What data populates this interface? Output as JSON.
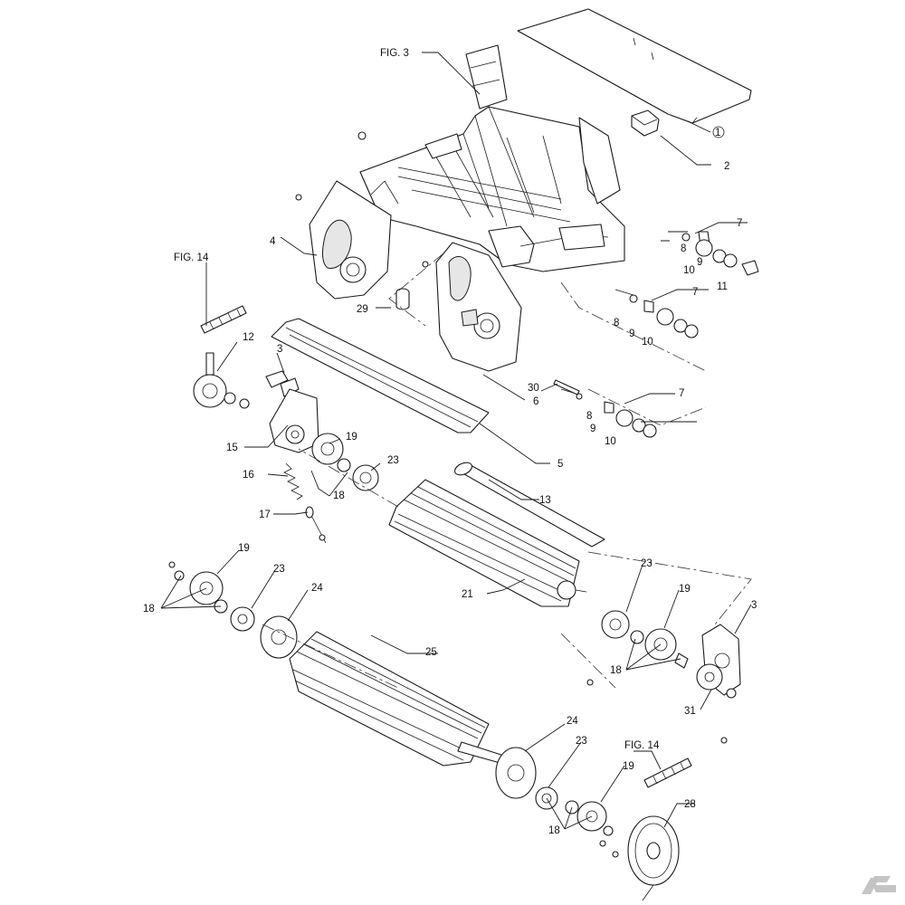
{
  "callouts": [
    {
      "id": "c-fig3",
      "text": "FIG. 3"
    },
    {
      "id": "c-1",
      "text": "1"
    },
    {
      "id": "c-2",
      "text": "2"
    },
    {
      "id": "c-4",
      "text": "4"
    },
    {
      "id": "c-7a",
      "text": "7"
    },
    {
      "id": "c-8a",
      "text": "8"
    },
    {
      "id": "c-9a",
      "text": "9"
    },
    {
      "id": "c-10a",
      "text": "10"
    },
    {
      "id": "c-11",
      "text": "11"
    },
    {
      "id": "c-7b",
      "text": "7"
    },
    {
      "id": "c-8b",
      "text": "8"
    },
    {
      "id": "c-9b",
      "text": "9"
    },
    {
      "id": "c-10b",
      "text": "10"
    },
    {
      "id": "c-fig14a",
      "text": "FIG. 14"
    },
    {
      "id": "c-29",
      "text": "29"
    },
    {
      "id": "c-12",
      "text": "12"
    },
    {
      "id": "c-3a",
      "text": "3"
    },
    {
      "id": "c-30",
      "text": "30"
    },
    {
      "id": "c-6",
      "text": "6"
    },
    {
      "id": "c-7c",
      "text": "7"
    },
    {
      "id": "c-8c",
      "text": "8"
    },
    {
      "id": "c-9c",
      "text": "9"
    },
    {
      "id": "c-10c",
      "text": "10"
    },
    {
      "id": "c-15",
      "text": "15"
    },
    {
      "id": "c-19a",
      "text": "19"
    },
    {
      "id": "c-23a",
      "text": "23"
    },
    {
      "id": "c-5",
      "text": "5"
    },
    {
      "id": "c-16",
      "text": "16"
    },
    {
      "id": "c-18a",
      "text": "18"
    },
    {
      "id": "c-13",
      "text": "13"
    },
    {
      "id": "c-17",
      "text": "17"
    },
    {
      "id": "c-19b",
      "text": "19"
    },
    {
      "id": "c-23b",
      "text": "23"
    },
    {
      "id": "c-24a",
      "text": "24"
    },
    {
      "id": "c-18b",
      "text": "18"
    },
    {
      "id": "c-21",
      "text": "21"
    },
    {
      "id": "c-23c",
      "text": "23"
    },
    {
      "id": "c-19c",
      "text": "19"
    },
    {
      "id": "c-3b",
      "text": "3"
    },
    {
      "id": "c-25",
      "text": "25"
    },
    {
      "id": "c-18c",
      "text": "18"
    },
    {
      "id": "c-31",
      "text": "31"
    },
    {
      "id": "c-24b",
      "text": "24"
    },
    {
      "id": "c-23d",
      "text": "23"
    },
    {
      "id": "c-fig14b",
      "text": "FIG. 14"
    },
    {
      "id": "c-19d",
      "text": "19"
    },
    {
      "id": "c-28",
      "text": "28"
    },
    {
      "id": "c-18d",
      "text": "18"
    }
  ],
  "colors": {
    "line": "#1a1a1a",
    "logo": "#c4c4c4",
    "background": "#ffffff"
  },
  "logo": {
    "letter": "K",
    "icon": "brand-k-logo-icon"
  }
}
